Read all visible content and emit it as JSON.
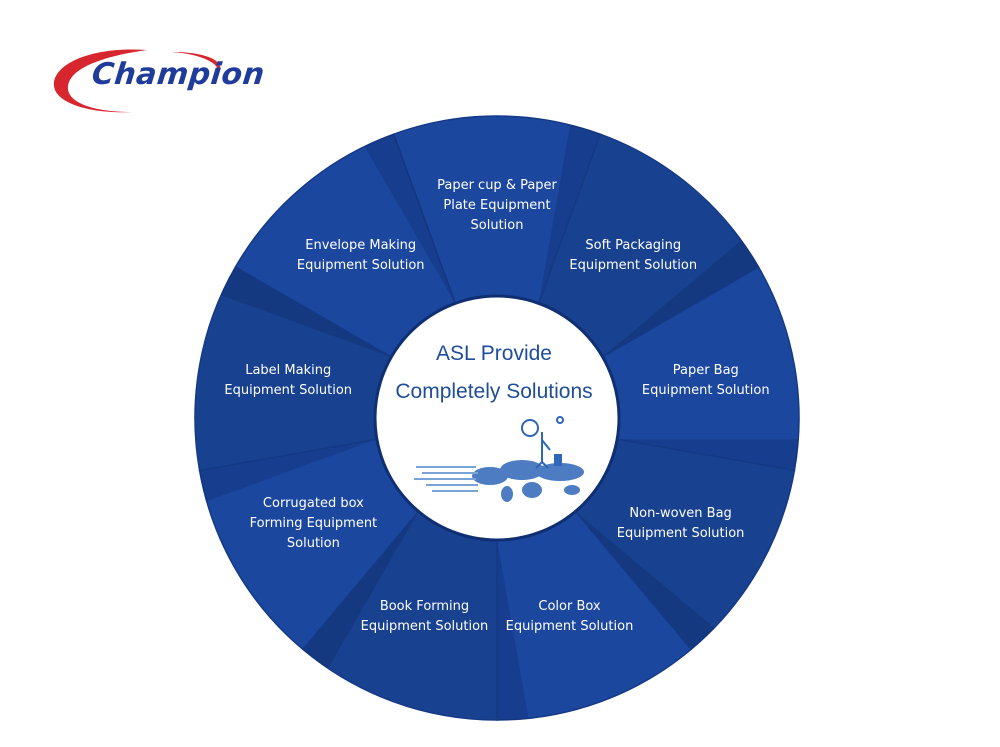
{
  "brand": {
    "name": "Champion",
    "swoosh_color": "#d7262e",
    "text_color": "#1f3c9a"
  },
  "diagram": {
    "center": {
      "line1": "ASL Provide",
      "line2": "Completely Solutions",
      "color": "#1e4d9b"
    },
    "wheel_color": "#1c479f",
    "wheel_alt_color": "#18418f",
    "segments": [
      {
        "label": "Paper cup & Paper\nPlate Equipment\nSolution"
      },
      {
        "label": "Soft Packaging\nEquipment Solution"
      },
      {
        "label": "Paper Bag\nEquipment Solution"
      },
      {
        "label": "Non-woven Bag\nEquipment Solution"
      },
      {
        "label": "Color Box\nEquipment Solution"
      },
      {
        "label": "Book Forming\nEquipment Solution"
      },
      {
        "label": "Corrugated box\nForming  Equipment\nSolution"
      },
      {
        "label": "Label Making\nEquipment Solution"
      },
      {
        "label": "Envelope Making\nEquipment Solution"
      }
    ]
  }
}
